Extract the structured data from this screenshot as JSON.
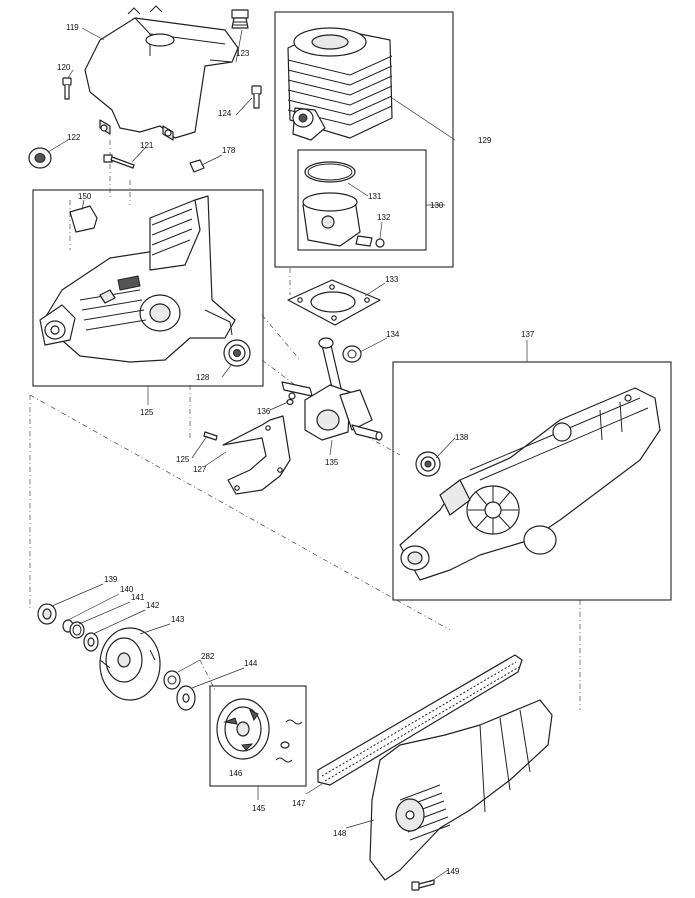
{
  "diagram": {
    "labels": {
      "l119": "119",
      "l120": "120",
      "l121": "121",
      "l122": "122",
      "l123": "123",
      "l124": "124",
      "l125a": "125",
      "l125b": "125",
      "l127": "127",
      "l128": "128",
      "l129": "129",
      "l130": "130",
      "l131": "131",
      "l132": "132",
      "l133": "133",
      "l134": "134",
      "l135": "135",
      "l136": "136",
      "l137": "137",
      "l138": "138",
      "l139": "139",
      "l140": "140",
      "l141": "141",
      "l142": "142",
      "l143": "143",
      "l144": "144",
      "l145": "145",
      "l146": "146",
      "l147": "147",
      "l148": "148",
      "l149": "149",
      "l150": "150",
      "l178": "178",
      "l282": "282"
    }
  }
}
